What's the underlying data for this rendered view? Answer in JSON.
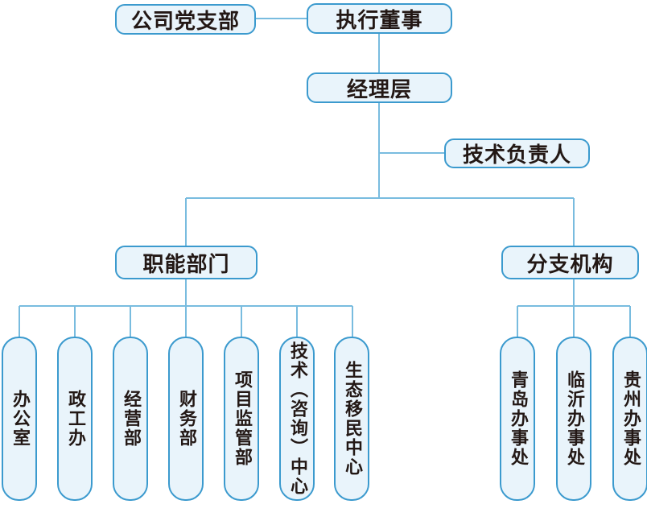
{
  "diagram_type": "org-chart",
  "nodes": {
    "party_branch": {
      "label": "公司党支部"
    },
    "executive_director": {
      "label": "执行董事"
    },
    "management": {
      "label": "经理层"
    },
    "technical_director": {
      "label": "技术负责人"
    },
    "functional_departments": {
      "label": "职能部门"
    },
    "branch_offices": {
      "label": "分支机构"
    }
  },
  "departments": [
    {
      "label": "办公室"
    },
    {
      "label": "政工办"
    },
    {
      "label": "经营部"
    },
    {
      "label": "财务部"
    },
    {
      "label": "项目监管部"
    },
    {
      "label": "技术（咨询）中心"
    },
    {
      "label": "生态移民中心"
    }
  ],
  "offices": [
    {
      "label": "青岛办事处"
    },
    {
      "label": "临沂办事处"
    },
    {
      "label": "贵州办事处"
    }
  ],
  "hierarchy": {
    "executive_director": [
      "party_branch",
      "management"
    ],
    "management": [
      "technical_director",
      "functional_departments",
      "branch_offices"
    ],
    "functional_departments_children": [
      "办公室",
      "政工办",
      "经营部",
      "财务部",
      "项目监管部",
      "技术（咨询）中心",
      "生态移民中心"
    ],
    "branch_offices_children": [
      "青岛办事处",
      "临沂办事处",
      "贵州办事处"
    ]
  },
  "colors": {
    "node_border": "#3b9ace",
    "node_fill": "#e9f4fb",
    "connector": "#79bcdf",
    "text": "#231815"
  }
}
